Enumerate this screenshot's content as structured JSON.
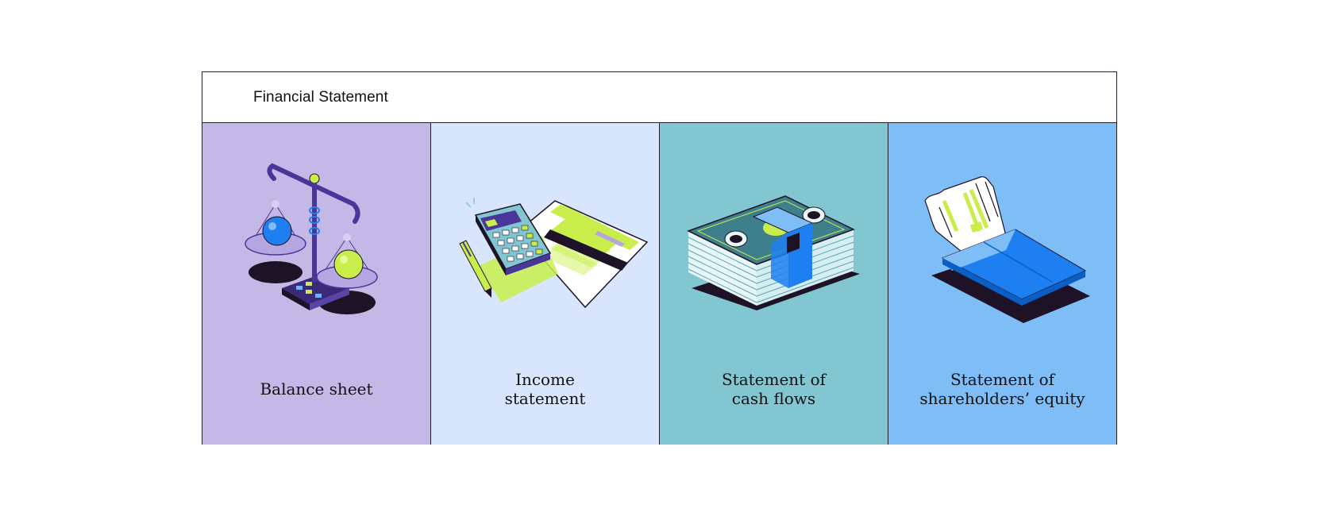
{
  "header": {
    "title": "Financial Statement"
  },
  "colors": {
    "balance_sheet": "#c4b8e6",
    "income_statement": "#d7e6fd",
    "cash_flows": "#82c6d2",
    "shareholders_equity": "#7fbdf7",
    "accent_lime": "#c9ee4c",
    "accent_blue": "#1e7ff0",
    "ink": "#1d1226"
  },
  "panels": [
    {
      "id": "balance-sheet",
      "icon": "balance-scale-icon",
      "lines": [
        "Balance sheet"
      ]
    },
    {
      "id": "income-statement",
      "icon": "calculator-icon",
      "lines": [
        "Income",
        "statement"
      ]
    },
    {
      "id": "cash-flows",
      "icon": "money-stack-icon",
      "lines": [
        "Statement of",
        "cash flows"
      ]
    },
    {
      "id": "shareholders-equity",
      "icon": "stock-certificate-envelope-icon",
      "lines": [
        "Statement of",
        "shareholders’ equity"
      ]
    }
  ]
}
